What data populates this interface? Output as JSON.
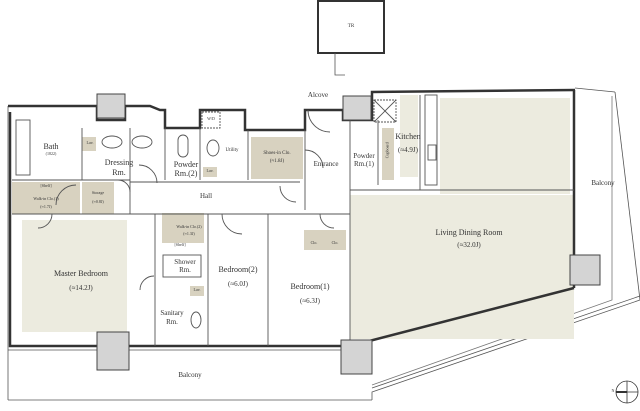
{
  "rooms": {
    "tr": "TR",
    "alcove": "Alcove",
    "bath": "Bath",
    "bath_size": "(1822)",
    "lav1": "Lav.",
    "dressing": "Dressing",
    "dressing2": "Rm.",
    "powder2": "Powder",
    "powder2b": "Rm.(2)",
    "wd": "W/D",
    "utility": "Utility",
    "lav2": "Lav.",
    "shoes": "Shoes-in Clo.",
    "shoes_size": "(≈1.8J)",
    "entrance": "Entrance",
    "powder1": "Powder",
    "powder1b": "Rm.(1)",
    "cupboard": "Cupboard",
    "kitchen": "Kitchen",
    "kitchen_size": "(≈4.9J)",
    "hall": "Hall",
    "shelf1": "[Shelf]",
    "wic1": "Walk-in Clo.(1)",
    "wic1_size": "(≈1.7J)",
    "storage": "Storage",
    "storage_size": "(≈0.8J)",
    "wic2": "Walk-in Clo.(2)",
    "wic2_size": "(≈1.3J)",
    "shelf2": "[Shelf]",
    "shower": "Shower",
    "shower2": "Rm.",
    "lav3": "Lav.",
    "sanitary": "Sanitary",
    "sanitary2": "Rm.",
    "master": "Master Bedroom",
    "master_size": "(≈14.2J)",
    "bed2": "Bedroom(2)",
    "bed2_size": "(≈6.0J)",
    "bed1": "Bedroom(1)",
    "bed1_size": "(≈6.3J)",
    "clo_a": "Clo.",
    "clo_b": "Clo.",
    "living": "Living Dining Room",
    "living_size": "(≈32.0J)",
    "balcony_right": "Balcony",
    "balcony_bottom": "Balcony",
    "north": "N"
  },
  "colors": {
    "floor": "#ecebdf",
    "closet": "#d8d2c0",
    "column": "#d4d4d4",
    "wall": "#333333"
  }
}
